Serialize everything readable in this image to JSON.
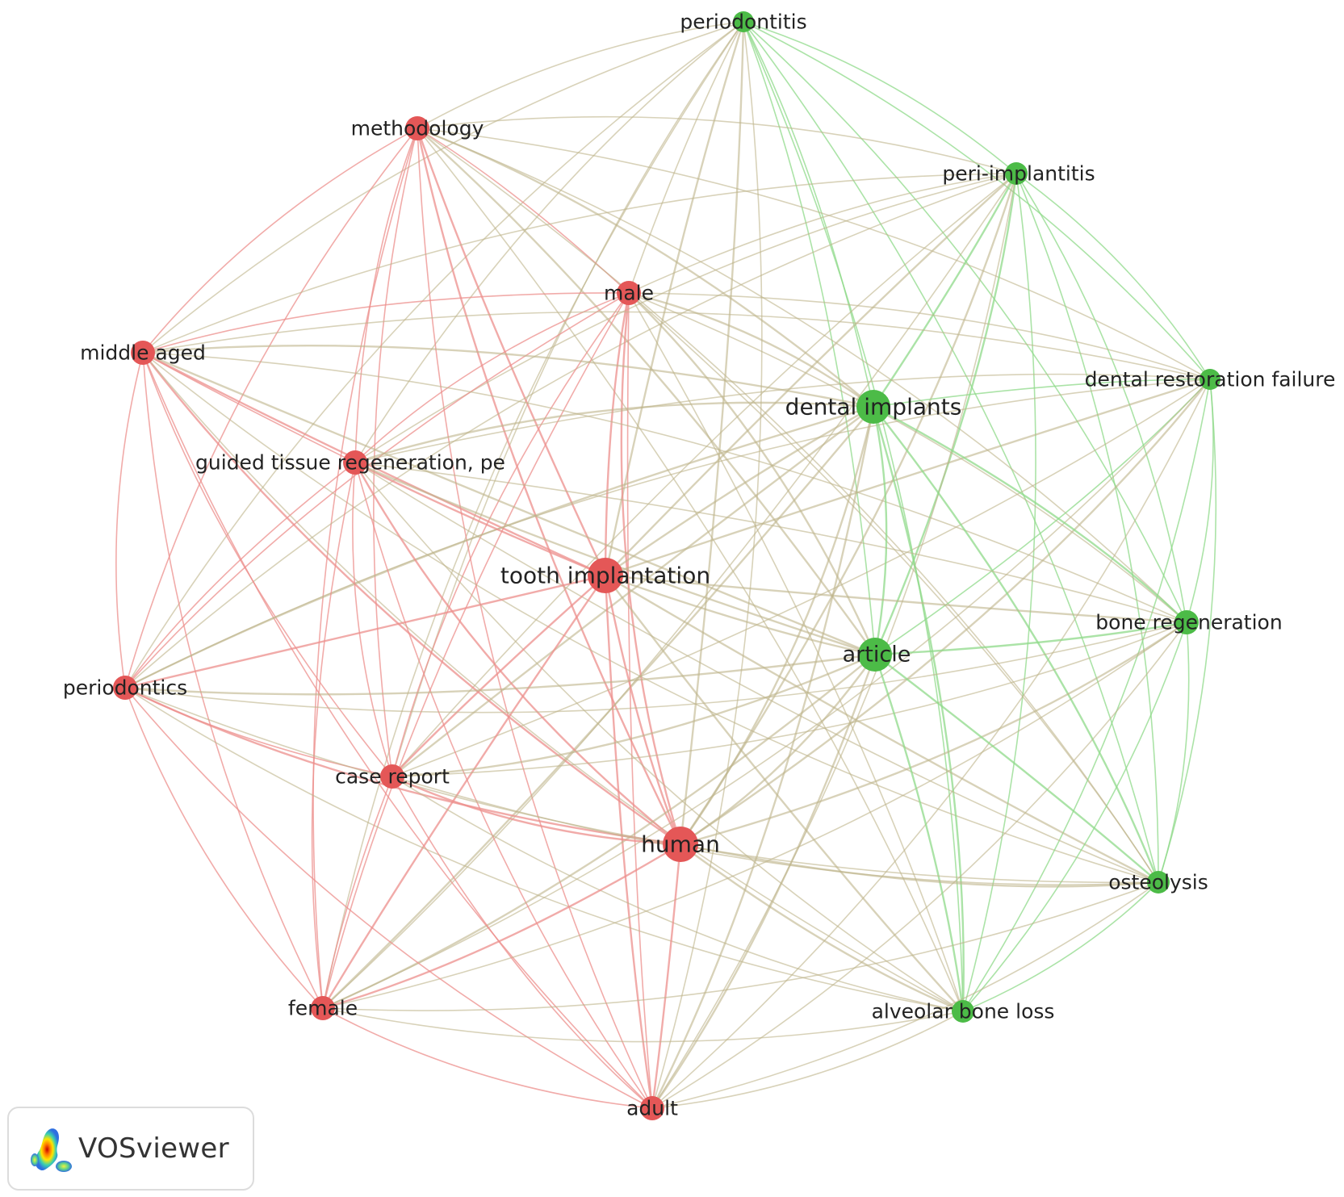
{
  "diagram": {
    "type": "co-occurrence-network",
    "clusters": [
      {
        "id": 1,
        "color": "#e45757"
      },
      {
        "id": 2,
        "color": "#4cbb47"
      }
    ],
    "link_colors": {
      "red": "#ec8f8c",
      "green": "#8fd98a"
    },
    "nodes": [
      {
        "id": "periodontitis",
        "label": "periodontitis",
        "cluster": 2
      },
      {
        "id": "methodology",
        "label": "methodology",
        "cluster": 1
      },
      {
        "id": "peri-implantitis",
        "label": "peri-implantitis",
        "cluster": 2
      },
      {
        "id": "male",
        "label": "male",
        "cluster": 1
      },
      {
        "id": "middle-aged",
        "label": "middle aged",
        "cluster": 1
      },
      {
        "id": "dental-restoration-failure",
        "label": "dental restoration failure",
        "cluster": 2
      },
      {
        "id": "dental-implants",
        "label": "dental implants",
        "cluster": 2
      },
      {
        "id": "guided-tissue-regeneration",
        "label": "guided tissue regeneration, pe",
        "cluster": 1
      },
      {
        "id": "tooth-implantation",
        "label": "tooth implantation",
        "cluster": 1
      },
      {
        "id": "bone-regeneration",
        "label": "bone regeneration",
        "cluster": 2
      },
      {
        "id": "article",
        "label": "article",
        "cluster": 2
      },
      {
        "id": "periodontics",
        "label": "periodontics",
        "cluster": 1
      },
      {
        "id": "case-report",
        "label": "case report",
        "cluster": 1
      },
      {
        "id": "human",
        "label": "human",
        "cluster": 1
      },
      {
        "id": "osteolysis",
        "label": "osteolysis",
        "cluster": 2
      },
      {
        "id": "female",
        "label": "female",
        "cluster": 1
      },
      {
        "id": "alveolar-bone-loss",
        "label": "alveolar bone loss",
        "cluster": 2
      },
      {
        "id": "adult",
        "label": "adult",
        "cluster": 1
      }
    ]
  },
  "branding": {
    "logo_icon": "vosviewer-logo-icon",
    "name": "VOSviewer"
  }
}
